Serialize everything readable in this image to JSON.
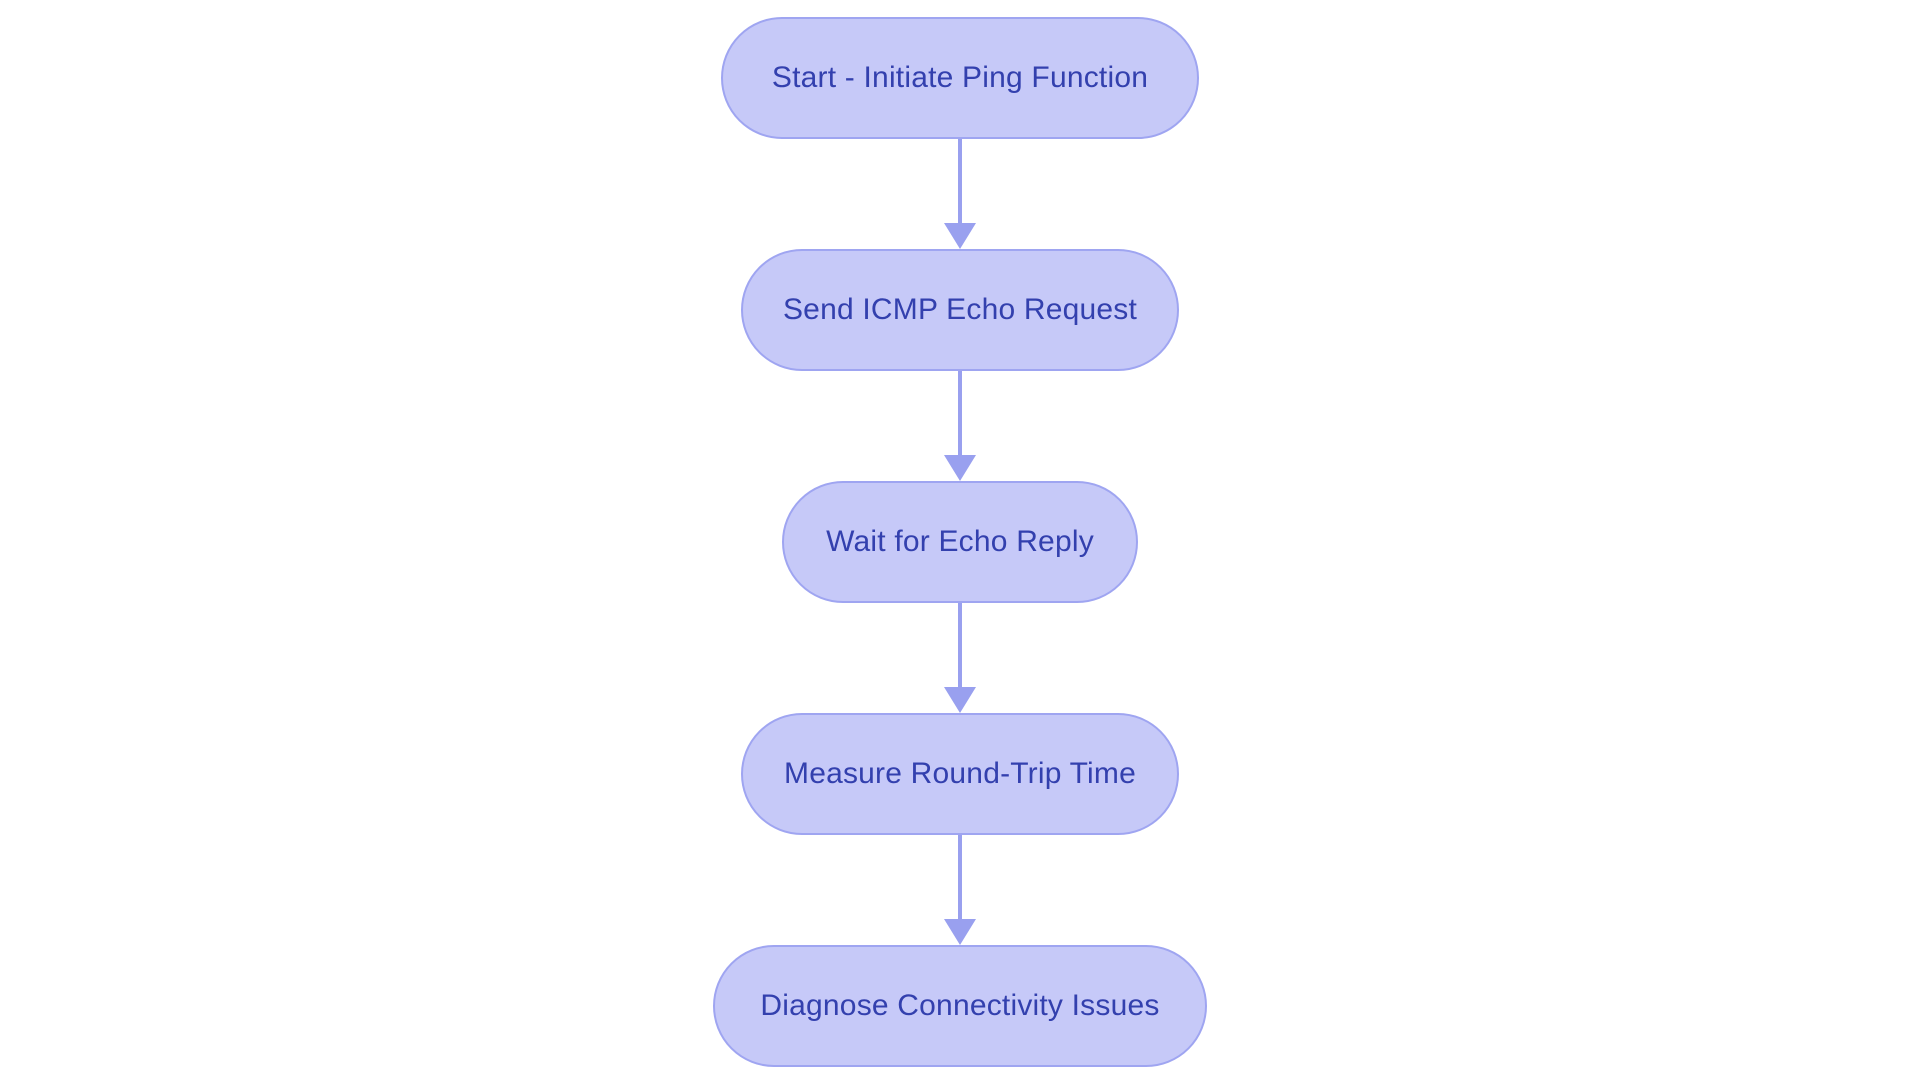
{
  "diagram": {
    "type": "flowchart",
    "direction": "top-to-bottom",
    "colors": {
      "node_fill": "#c6c9f8",
      "node_border": "#9fa5f1",
      "node_text": "#3340ae",
      "arrow": "#99a0ef",
      "background": "#ffffff"
    },
    "nodes": [
      {
        "id": "start",
        "label": "Start - Initiate Ping Function"
      },
      {
        "id": "send-icmp",
        "label": "Send ICMP Echo Request"
      },
      {
        "id": "wait-reply",
        "label": "Wait for Echo Reply"
      },
      {
        "id": "measure-rtt",
        "label": "Measure Round-Trip Time"
      },
      {
        "id": "diagnose",
        "label": "Diagnose Connectivity Issues"
      }
    ],
    "edges": [
      {
        "from": "start",
        "to": "send-icmp"
      },
      {
        "from": "send-icmp",
        "to": "wait-reply"
      },
      {
        "from": "wait-reply",
        "to": "measure-rtt"
      },
      {
        "from": "measure-rtt",
        "to": "diagnose"
      }
    ]
  }
}
